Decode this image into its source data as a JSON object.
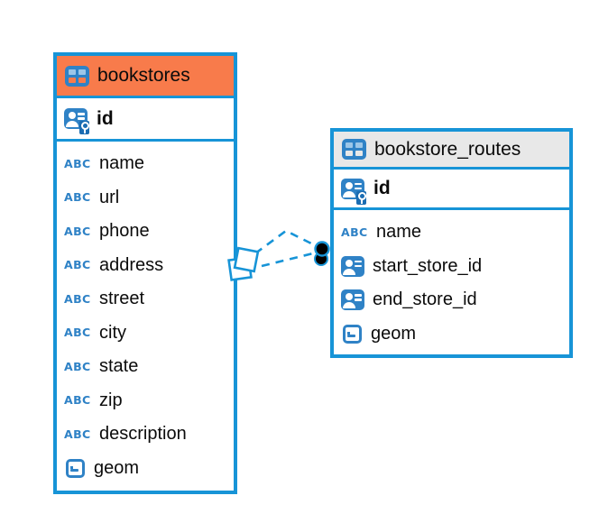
{
  "icons": {
    "text_type_label": "ABC"
  },
  "colors": {
    "accent_blue": "#1794d7",
    "icon_blue": "#2f82c6",
    "icon_blue_dark": "#1a6cb2",
    "header_orange": "#f87b4b",
    "header_gray": "#e8e8e8",
    "text_color": "#0b0b0b"
  },
  "tables": [
    {
      "name": "bookstores",
      "primary_key": "id",
      "columns": [
        {
          "name": "name",
          "type": "text"
        },
        {
          "name": "url",
          "type": "text"
        },
        {
          "name": "phone",
          "type": "text"
        },
        {
          "name": "address",
          "type": "text"
        },
        {
          "name": "street",
          "type": "text"
        },
        {
          "name": "city",
          "type": "text"
        },
        {
          "name": "state",
          "type": "text"
        },
        {
          "name": "zip",
          "type": "text"
        },
        {
          "name": "description",
          "type": "text"
        },
        {
          "name": "geom",
          "type": "geometry"
        }
      ]
    },
    {
      "name": "bookstore_routes",
      "primary_key": "id",
      "columns": [
        {
          "name": "name",
          "type": "text"
        },
        {
          "name": "start_store_id",
          "type": "reference"
        },
        {
          "name": "end_store_id",
          "type": "reference"
        },
        {
          "name": "geom",
          "type": "geometry"
        }
      ]
    }
  ],
  "relationships": [
    {
      "from": "bookstore_routes.start_store_id",
      "to": "bookstores.id",
      "style": "dashed"
    },
    {
      "from": "bookstore_routes.end_store_id",
      "to": "bookstores.id",
      "style": "dashed"
    }
  ]
}
